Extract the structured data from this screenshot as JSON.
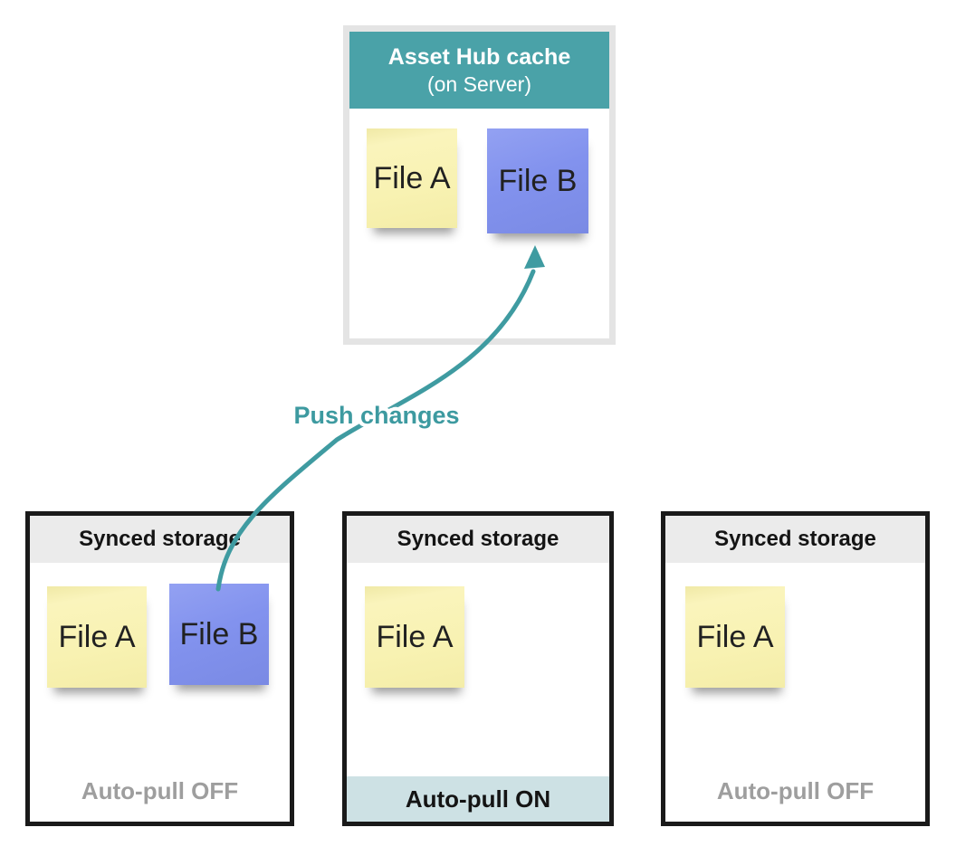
{
  "server_box": {
    "title": "Asset Hub cache",
    "subtitle": "(on Server)",
    "files": [
      {
        "label": "File A",
        "color": "yellow"
      },
      {
        "label": "File B",
        "color": "blue"
      }
    ]
  },
  "arrow": {
    "label": "Push changes",
    "direction": "from left storage box File B up to server cache File B"
  },
  "storage_boxes": [
    {
      "title": "Synced storage",
      "files": [
        {
          "label": "File A",
          "color": "yellow"
        },
        {
          "label": "File B",
          "color": "blue"
        }
      ],
      "footer": "Auto-pull OFF",
      "footer_state": "off"
    },
    {
      "title": "Synced storage",
      "files": [
        {
          "label": "File A",
          "color": "yellow"
        }
      ],
      "footer": "Auto-pull ON",
      "footer_state": "on"
    },
    {
      "title": "Synced storage",
      "files": [
        {
          "label": "File A",
          "color": "yellow"
        }
      ],
      "footer": "Auto-pull OFF",
      "footer_state": "off"
    }
  ],
  "colors": {
    "teal_header": "#4aa2a8",
    "teal_arrow": "#3f9ba1",
    "teal_label_text": "#3d9aa0",
    "yellow_note": "#f8f2b2",
    "blue_note": "#8292ee",
    "note_text": "#212121",
    "storage_header_bg": "#ebebeb",
    "storage_border": "#1a1a1a",
    "server_border": "#e4e4e4",
    "auto_pull_off_text": "#9e9e9e",
    "auto_pull_on_bg": "#cde1e4",
    "background": "#ffffff"
  }
}
